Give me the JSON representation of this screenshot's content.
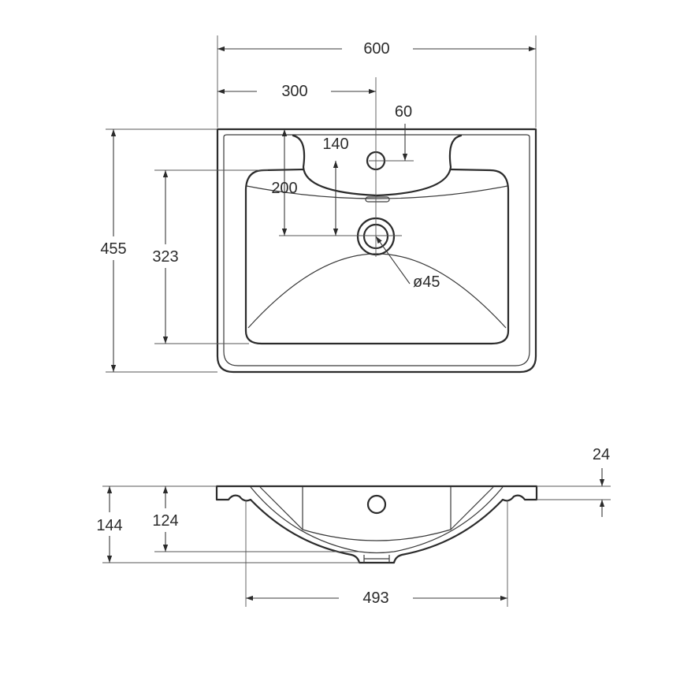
{
  "top_view": {
    "width_label": "600",
    "half_width_label": "300",
    "tap_hole_offset_label": "60",
    "tap_to_drain_label": "140",
    "edge_to_drain_label": "200",
    "depth_label": "455",
    "bowl_depth_label": "323",
    "drain_diameter_label": "ø45"
  },
  "side_view": {
    "rim_thickness_label": "24",
    "total_height_label": "144",
    "bowl_height_label": "124",
    "bowl_width_label": "493"
  }
}
